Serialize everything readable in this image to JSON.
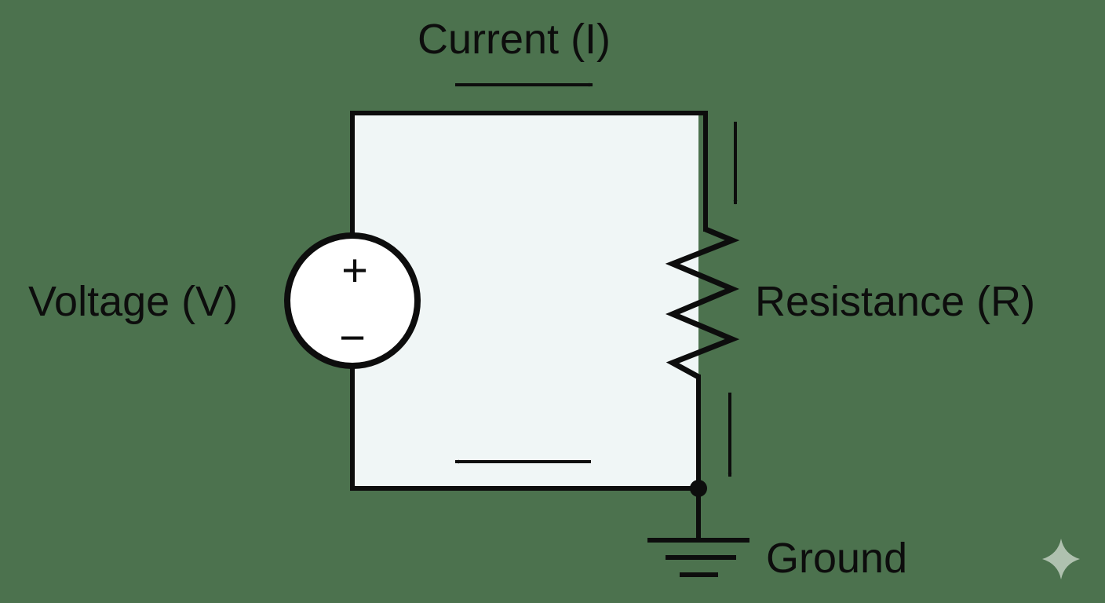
{
  "labels": {
    "current": "Current (I)",
    "voltage": "Voltage (V)",
    "resistance": "Resistance (R)",
    "ground": "Ground"
  },
  "source_symbols": {
    "plus": "+",
    "minus": "−"
  },
  "colors": {
    "background": "#4c724e",
    "circuit_fill": "#f0f6f6",
    "wire": "#0d0d0d"
  }
}
